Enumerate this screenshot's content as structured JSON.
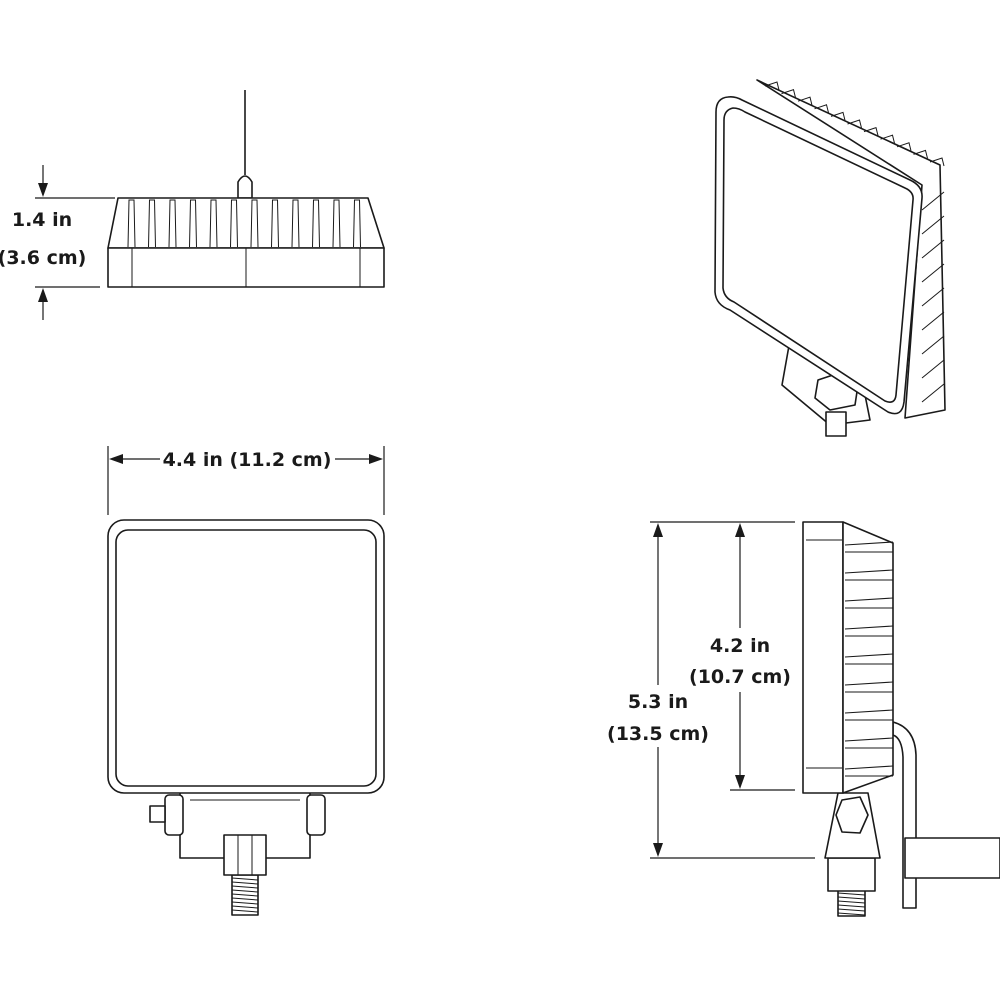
{
  "views": {
    "top": {
      "height_in": "1.4 in",
      "height_cm": "(3.6 cm)"
    },
    "front": {
      "width_label": "4.4 in (11.2 cm)"
    },
    "side": {
      "body_in": "4.2 in",
      "body_cm": "(10.7 cm)",
      "total_in": "5.3 in",
      "total_cm": "(13.5 cm)"
    }
  },
  "colors": {
    "line": "#1a1a1a",
    "background": "#ffffff"
  }
}
